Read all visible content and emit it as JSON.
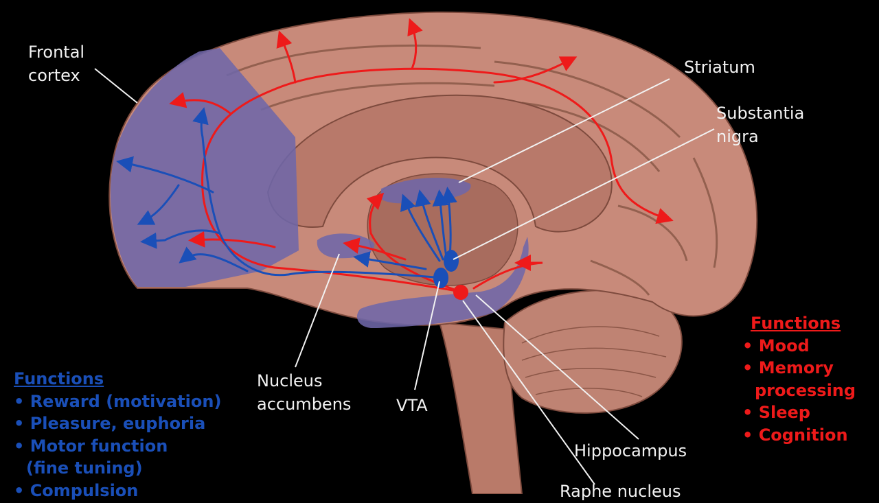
{
  "colors": {
    "background": "#000000",
    "brain": "#c88a7a",
    "brain_shadow": "#8f5a4c",
    "pathway_region": "#6e66a8",
    "dopamine_pathway": "#1a4fb8",
    "serotonin_pathway": "#ee1a1a",
    "label_text": "#f2f2f2"
  },
  "labels": {
    "frontal_cortex": [
      "Frontal",
      "cortex"
    ],
    "striatum": "Striatum",
    "substantia_nigra": [
      "Substantia",
      "nigra"
    ],
    "nucleus_accumbens": [
      "Nucleus",
      "accumbens"
    ],
    "vta": "VTA",
    "hippocampus": "Hippocampus",
    "raphe_nucleus": "Raphe nucleus"
  },
  "dopamine_functions": {
    "title": "Functions",
    "items": [
      {
        "text": "• Reward (motivation)"
      },
      {
        "text": "• Pleasure, euphoria"
      },
      {
        "text": "• Motor function",
        "sub": "(fine tuning)"
      },
      {
        "text": "• Compulsion"
      }
    ]
  },
  "serotonin_functions": {
    "title": "Functions",
    "items": [
      {
        "text": "• Mood"
      },
      {
        "text": "• Memory",
        "sub": "processing"
      },
      {
        "text": "• Sleep"
      },
      {
        "text": "• Cognition"
      }
    ]
  }
}
